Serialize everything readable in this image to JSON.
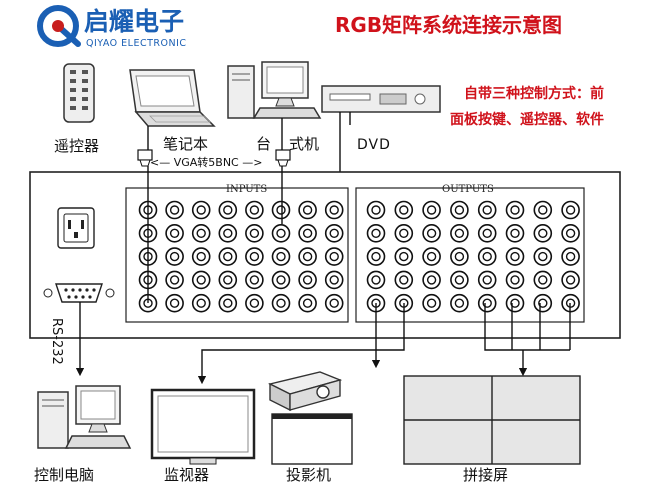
{
  "brand": {
    "name_cn": "启耀电子",
    "name_en": "QIYAO ELECTRONIC",
    "logo_color": "#1a5fb4",
    "logo_mark_color": "#c81e1e"
  },
  "title": "RGB矩阵系统连接示意图",
  "control_note": {
    "line1": "自带三种控制方式：前",
    "line2": "面板按键、遥控器、软件",
    "color": "#d0121b"
  },
  "inputs_devices": {
    "remote": "遥控器",
    "laptop": "笔记本",
    "desktop": "台式机",
    "desktop_part1": "台",
    "desktop_part2": "式机",
    "dvd": "DVD",
    "vga_adapter": "<— VGA转5BNC —>"
  },
  "panel": {
    "inputs_label": "INPUTS",
    "outputs_label": "OUTPUTS",
    "rs232_label": "RS-232",
    "rows": 5,
    "input_cols": 8,
    "output_cols": 8
  },
  "outputs_devices": {
    "control_pc": "控制电脑",
    "monitor": "监视器",
    "projector": "投影机",
    "video_wall": "拼接屏"
  }
}
